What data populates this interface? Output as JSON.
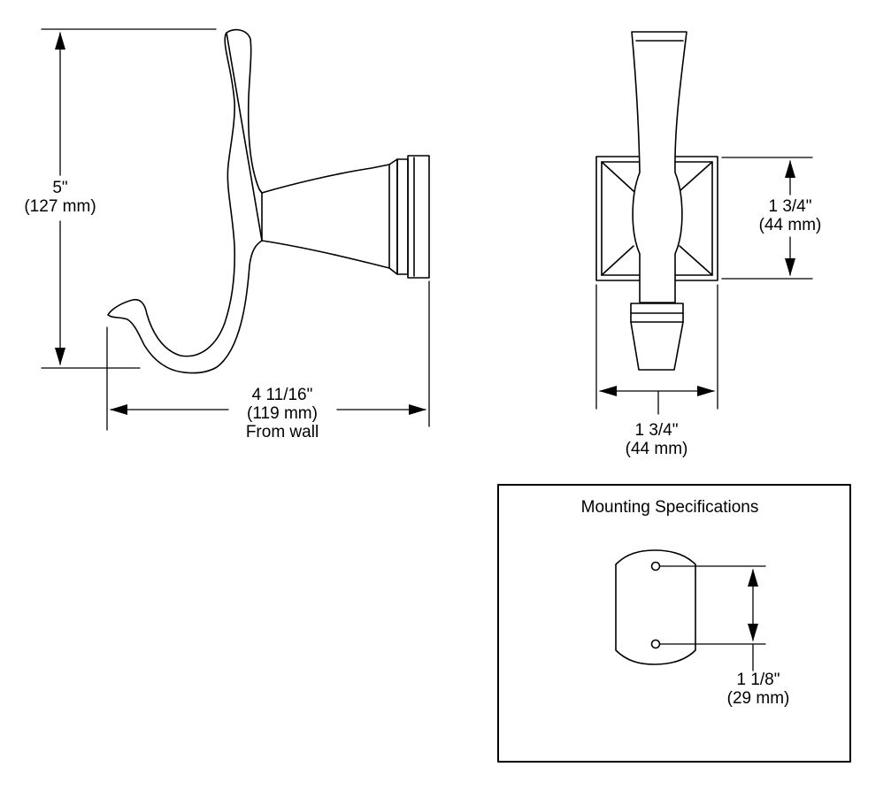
{
  "side_view": {
    "height_dimension": {
      "imperial": "5\"",
      "metric": "(127 mm)"
    },
    "projection_dimension": {
      "imperial": "4 11/16\"",
      "metric": "(119 mm)",
      "note": "From wall"
    }
  },
  "front_view": {
    "height_dimension": {
      "imperial": "1 3/4\"",
      "metric": "(44 mm)"
    },
    "width_dimension": {
      "imperial": "1 3/4\"",
      "metric": "(44 mm)"
    }
  },
  "mounting": {
    "title": "Mounting Specifications",
    "hole_spacing": {
      "imperial": "1 1/8\"",
      "metric": "(29 mm)"
    }
  }
}
